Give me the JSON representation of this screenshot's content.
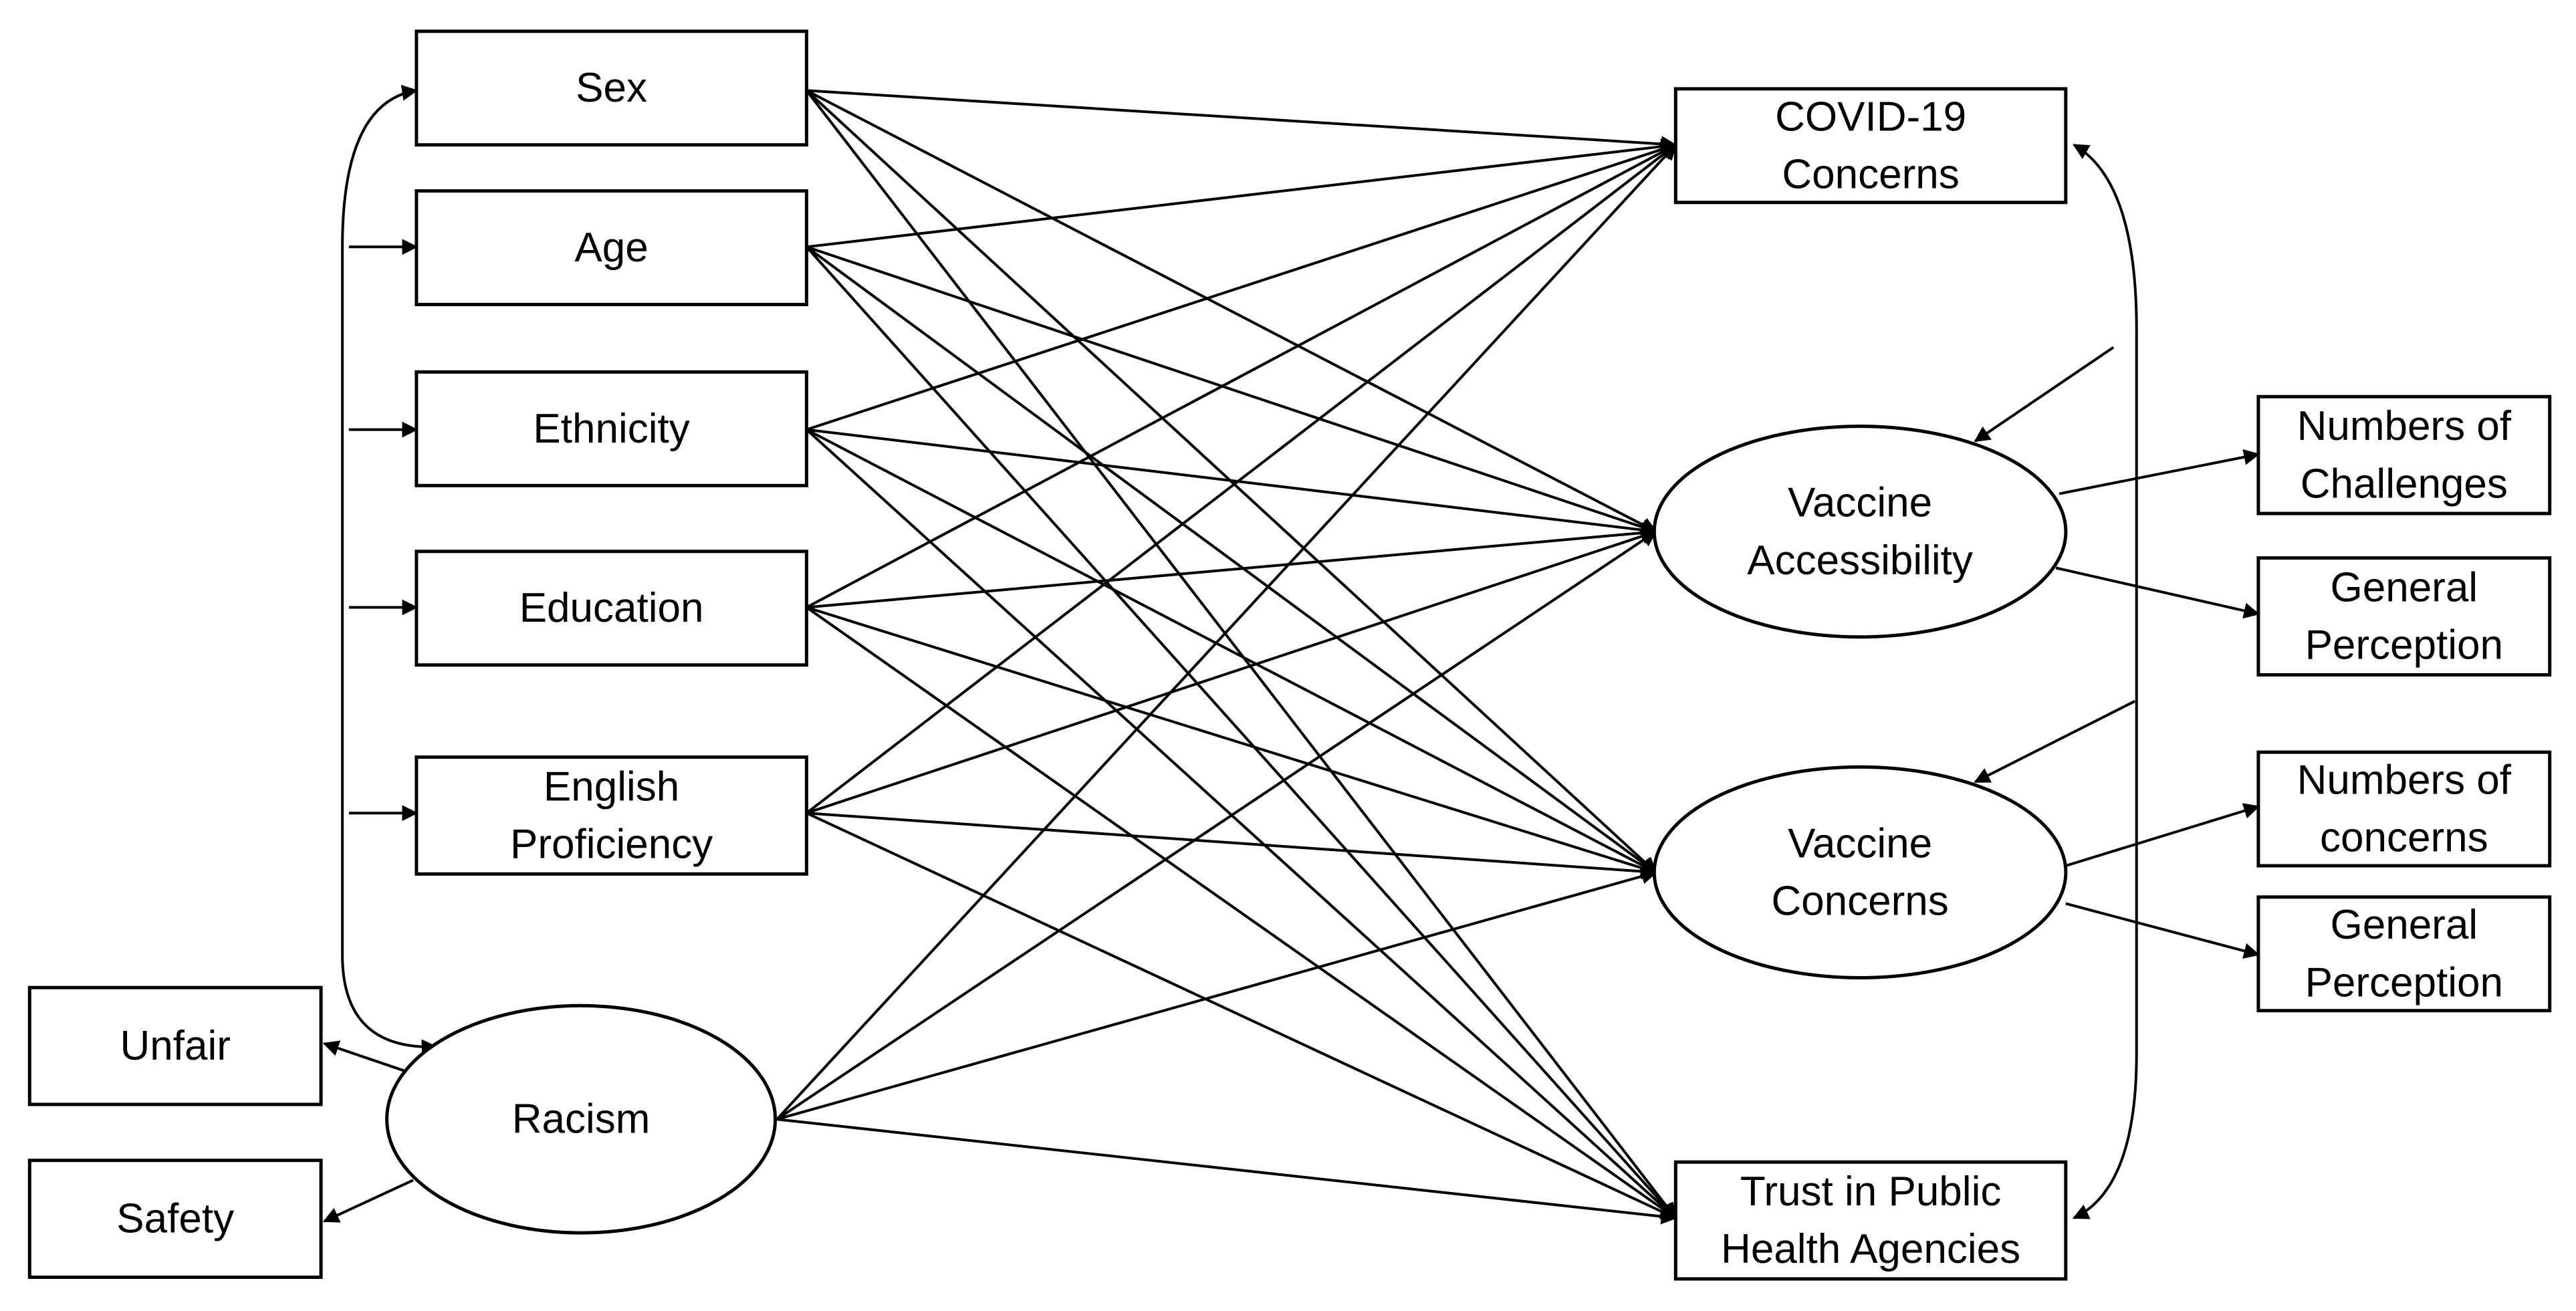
{
  "nodes": [
    {
      "id": "sex",
      "shape": "rect",
      "lines": [
        "Sex"
      ]
    },
    {
      "id": "age",
      "shape": "rect",
      "lines": [
        "Age"
      ]
    },
    {
      "id": "ethnicity",
      "shape": "rect",
      "lines": [
        "Ethnicity"
      ]
    },
    {
      "id": "education",
      "shape": "rect",
      "lines": [
        "Education"
      ]
    },
    {
      "id": "english",
      "shape": "rect",
      "lines": [
        "English",
        "Proficiency"
      ]
    },
    {
      "id": "racism",
      "shape": "ellipse",
      "lines": [
        "Racism"
      ]
    },
    {
      "id": "unfair",
      "shape": "rect",
      "lines": [
        "Unfair"
      ]
    },
    {
      "id": "safety",
      "shape": "rect",
      "lines": [
        "Safety"
      ]
    },
    {
      "id": "covid",
      "shape": "rect",
      "lines": [
        "COVID-19",
        "Concerns"
      ]
    },
    {
      "id": "access",
      "shape": "ellipse",
      "lines": [
        "Vaccine",
        "Accessibility"
      ]
    },
    {
      "id": "vconcerns",
      "shape": "ellipse",
      "lines": [
        "Vaccine",
        "Concerns"
      ]
    },
    {
      "id": "trust",
      "shape": "rect",
      "lines": [
        "Trust in Public",
        "Health Agencies"
      ]
    },
    {
      "id": "challenges",
      "shape": "rect",
      "lines": [
        "Numbers of",
        "Challenges"
      ]
    },
    {
      "id": "genperc1",
      "shape": "rect",
      "lines": [
        "General",
        "Perception"
      ]
    },
    {
      "id": "nconcerns",
      "shape": "rect",
      "lines": [
        "Numbers of",
        "concerns"
      ]
    },
    {
      "id": "genperc2",
      "shape": "rect",
      "lines": [
        "General",
        "Perception"
      ]
    }
  ],
  "edges": [
    {
      "from": "sex",
      "to": "covid"
    },
    {
      "from": "sex",
      "to": "access"
    },
    {
      "from": "sex",
      "to": "vconcerns"
    },
    {
      "from": "sex",
      "to": "trust"
    },
    {
      "from": "age",
      "to": "covid"
    },
    {
      "from": "age",
      "to": "access"
    },
    {
      "from": "age",
      "to": "vconcerns"
    },
    {
      "from": "age",
      "to": "trust"
    },
    {
      "from": "ethnicity",
      "to": "covid"
    },
    {
      "from": "ethnicity",
      "to": "access"
    },
    {
      "from": "ethnicity",
      "to": "vconcerns"
    },
    {
      "from": "ethnicity",
      "to": "trust"
    },
    {
      "from": "education",
      "to": "covid"
    },
    {
      "from": "education",
      "to": "access"
    },
    {
      "from": "education",
      "to": "vconcerns"
    },
    {
      "from": "education",
      "to": "trust"
    },
    {
      "from": "english",
      "to": "covid"
    },
    {
      "from": "english",
      "to": "access"
    },
    {
      "from": "english",
      "to": "vconcerns"
    },
    {
      "from": "english",
      "to": "trust"
    },
    {
      "from": "racism",
      "to": "covid"
    },
    {
      "from": "racism",
      "to": "access"
    },
    {
      "from": "racism",
      "to": "vconcerns"
    },
    {
      "from": "racism",
      "to": "trust"
    },
    {
      "from": "racism",
      "to": "unfair"
    },
    {
      "from": "racism",
      "to": "safety"
    },
    {
      "from": "access",
      "to": "challenges"
    },
    {
      "from": "access",
      "to": "genperc1"
    },
    {
      "from": "vconcerns",
      "to": "nconcerns"
    },
    {
      "from": "vconcerns",
      "to": "genperc2"
    }
  ],
  "correlations": [
    {
      "side": "left",
      "between": [
        "sex",
        "racism"
      ],
      "also": [
        "age",
        "ethnicity",
        "education",
        "english"
      ]
    },
    {
      "side": "right",
      "between": [
        "covid",
        "trust"
      ],
      "also": [
        "access",
        "vconcerns"
      ]
    }
  ]
}
